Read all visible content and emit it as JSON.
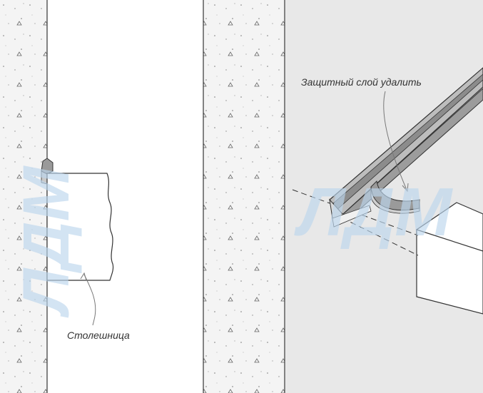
{
  "labels": {
    "countertop": "Столешница",
    "protective_layer": "Защитный слой удалить"
  },
  "watermark": {
    "text": "ЛДМ"
  },
  "colors": {
    "concrete": "#f5f5f5",
    "wall_plane": "#e9e9e9",
    "watermark": "#bcd6ec",
    "outline": "#333333",
    "profile_dark": "#8e8e8e",
    "profile_light": "#c4c4c4"
  }
}
